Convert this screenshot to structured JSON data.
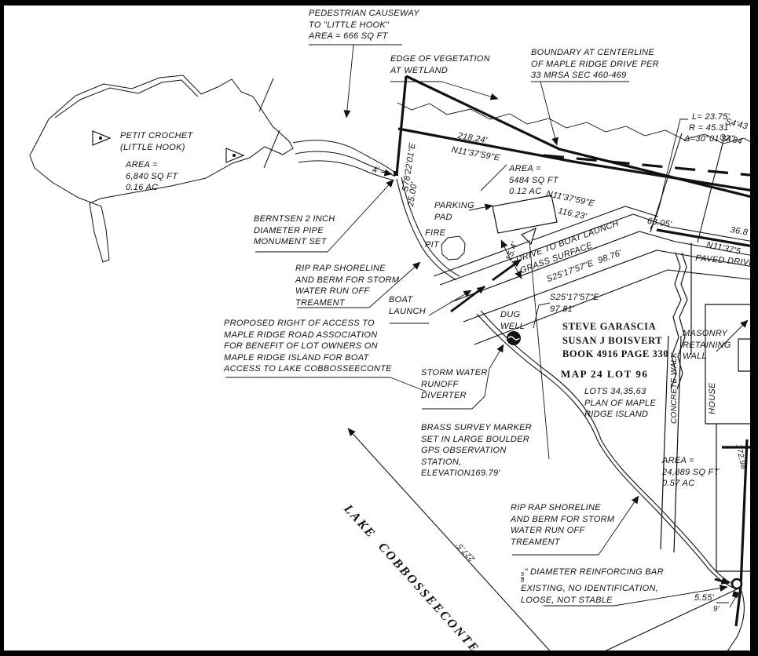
{
  "palette": {
    "ink": "#111111",
    "paper": "#ffffff"
  },
  "labels": {
    "pedestrian_causeway": "PEDESTRIAN CAUSEWAY\nTO \"LITTLE HOOK\"\nAREA = 666 SQ FT",
    "edge_vegetation": "EDGE OF VEGETATION\nAT WETLAND",
    "boundary_centerline": "BOUNDARY AT CENTERLINE\nOF MAPLE RIDGE DRIVE PER\n33 MRSA SEC 460-469",
    "curve_l": "L= 23.75'",
    "curve_r": "R = 45.31'",
    "curve_delta": "Δ=30°01'34\"",
    "frag_bearing": "S4'43",
    "frag_dist": "32.84",
    "dist_218": "218.24'",
    "brg_218": "N11'37'59\"E",
    "brg_s78": "S78'22'01\"E",
    "dist_25": "25.00'",
    "four_ft": "4'",
    "area_5484": "AREA =\n5484 SQ FT\n0.12 AC",
    "brg_116": "N11'37'59\"E",
    "dist_116": "116.23'",
    "parking_pad": "PARKING\nPAD",
    "fire_pit": "FIRE\nPIT",
    "dist_154": "15.4'",
    "drive_label": "DRIVE TO BOAT LAUNCH\nGRASS SURFACE",
    "brg_9876": "S25'17'57\"E  98.76'",
    "brg_9781": "S25'17'57\"E\n97.81'",
    "dug_well": "DUG\nWELL",
    "owner": "STEVE GARASCIA\nSUSAN J BOISVERT\nBOOK 4916 PAGE 330",
    "map_lot": "MAP 24 LOT 96",
    "lots": "LOTS 34,35,63\nPLAN OF MAPLE\nRIDGE ISLAND",
    "masonry": "MASONRY\nRETAINING\nWALL",
    "house": "HOUSE",
    "concrete_walk": "CONCRETE WALK",
    "paved_drive": "PAVED DRIVE",
    "dist_6305": "63.05'",
    "dist_368": "36.8",
    "brg_n1137": "N11'37'5",
    "area_24889": "AREA =\n24,889 SQ FT\n0.57 AC",
    "riprap1": "RIP RAP SHORELINE\nAND BERM FOR STORM\nWATER RUN OFF\nTREAMENT",
    "riprap2": "RIP RAP SHORELINE\nAND BERM FOR STORM\nWATER RUN OFF\nTREAMENT",
    "rebar_num": "5",
    "rebar_den": "8",
    "rebar_line1": "\" DIAMETER REINFORCING BAR",
    "rebar_line2": "EXISTING, NO IDENTIFICATION,",
    "rebar_line3": "LOOSE, NOT STABLE",
    "dist_555": "5.55'",
    "dist_9": "9'",
    "petit": "PETIT CROCHET\n(LITTLE HOOK)",
    "petit_area": "AREA =\n6,840 SQ FT\n0.16 AC",
    "berntsen": "BERNTSEN 2 INCH\nDIAMETER PIPE\nMONUMENT SET",
    "boat_launch": "BOAT\nLAUNCH",
    "proposed": "PROPOSED RIGHT OF ACCESS TO\nMAPLE RIDGE ROAD ASSOCIATION\nFOR BENEFIT OF LOT OWNERS ON\nMAPLE RIDGE ISLAND FOR BOAT\nACCESS TO LAKE COBBOSSEECONTE",
    "storm_diverter": "STORM WATER\nRUNOFF\nDIVERTER",
    "brass_marker": "BRASS SURVEY MARKER\nSET IN LARGE BOULDER\nGPS OBSERVATION\nSTATION,\nELEVATION169.79'",
    "lake": "LAKE  COBBOSSEECONTE",
    "dist_2275": "227.5'",
    "dist_17298": "172.98"
  }
}
